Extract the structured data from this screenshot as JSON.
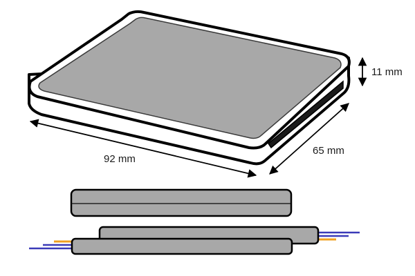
{
  "dimensions": {
    "length": "92 mm",
    "width": "65 mm",
    "height": "11 mm"
  },
  "colors": {
    "outline": "#000000",
    "body_gray": "#a8a8a8",
    "side_white": "#ffffff",
    "wire_blue": "#3a3ab8",
    "wire_orange": "#f0a020"
  }
}
